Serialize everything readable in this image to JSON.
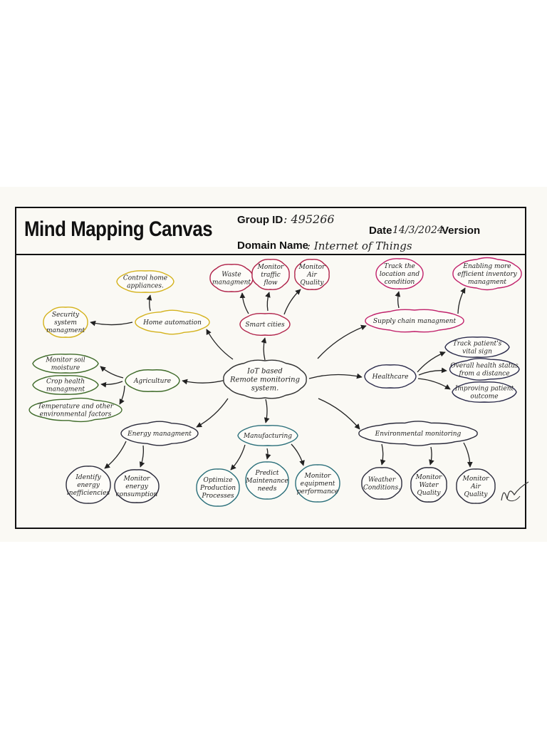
{
  "header": {
    "title": "Mind Mapping Canvas",
    "group_id_label": "Group ID",
    "group_id_value": ":  495266",
    "date_label": "Date",
    "date_value": "14/3/2024",
    "version_label": "Version",
    "domain_label": "Domain Name",
    "domain_value": ":  Internet of Things"
  },
  "colors": {
    "root": "#333333",
    "smart_cities": "#b0234a",
    "home_automation": "#d4b21c",
    "agriculture": "#3f6b2a",
    "supply_chain": "#c0206a",
    "healthcare": "#2a2a4a",
    "energy": "#2a2a3a",
    "manufacturing": "#2a6f7a",
    "environmental": "#2a2a3a"
  },
  "mindmap": {
    "root": {
      "lines": [
        "IoT based",
        "Remote monitoring",
        "system."
      ]
    },
    "branches": [
      {
        "id": "smart-cities",
        "lines": [
          "Smart cities"
        ],
        "children": [
          {
            "lines": [
              "Waste",
              "managment"
            ]
          },
          {
            "lines": [
              "Monitor",
              "traffic",
              "flow"
            ]
          },
          {
            "lines": [
              "Monitor",
              "Air",
              "Quality"
            ]
          }
        ]
      },
      {
        "id": "home-automation",
        "lines": [
          "Home automation"
        ],
        "children": [
          {
            "lines": [
              "Control home",
              "appliances."
            ]
          },
          {
            "lines": [
              "Security",
              "system",
              "managment"
            ]
          }
        ]
      },
      {
        "id": "agriculture",
        "lines": [
          "Agriculture"
        ],
        "children": [
          {
            "lines": [
              "Monitor soil",
              "moisture"
            ]
          },
          {
            "lines": [
              "Crop health",
              "managment"
            ]
          },
          {
            "lines": [
              "Temperature and other",
              "environmental factors"
            ]
          }
        ]
      },
      {
        "id": "supply-chain",
        "lines": [
          "Supply chain managment"
        ],
        "children": [
          {
            "lines": [
              "Track the",
              "location and",
              "condition"
            ]
          },
          {
            "lines": [
              "Enabling more",
              "efficient inventory",
              "managment"
            ]
          }
        ]
      },
      {
        "id": "healthcare",
        "lines": [
          "Healthcare"
        ],
        "children": [
          {
            "lines": [
              "Track patient's",
              "vital sign"
            ]
          },
          {
            "lines": [
              "Overall health status",
              "from a distance"
            ]
          },
          {
            "lines": [
              "Improving patient",
              "outcome"
            ]
          }
        ]
      },
      {
        "id": "energy",
        "lines": [
          "Energy managment"
        ],
        "children": [
          {
            "lines": [
              "Identify",
              "energy",
              "inefficiencies"
            ]
          },
          {
            "lines": [
              "Monitor",
              "energy",
              "consumption"
            ]
          }
        ]
      },
      {
        "id": "manufacturing",
        "lines": [
          "Manufacturing"
        ],
        "children": [
          {
            "lines": [
              "Optimize",
              "Production",
              "Processes"
            ]
          },
          {
            "lines": [
              "Predict",
              "Maintenance",
              "needs"
            ]
          },
          {
            "lines": [
              "Monitor",
              "equipment",
              "performance"
            ]
          }
        ]
      },
      {
        "id": "environmental",
        "lines": [
          "Environmental monitoring"
        ],
        "children": [
          {
            "lines": [
              "Weather",
              "Conditions."
            ]
          },
          {
            "lines": [
              "Monitor",
              "Water",
              "Quality"
            ]
          },
          {
            "lines": [
              "Monitor",
              "Air",
              "Quality"
            ]
          }
        ]
      }
    ]
  },
  "signature": {
    "text": "NPD",
    "kind": "handwritten-initials"
  }
}
